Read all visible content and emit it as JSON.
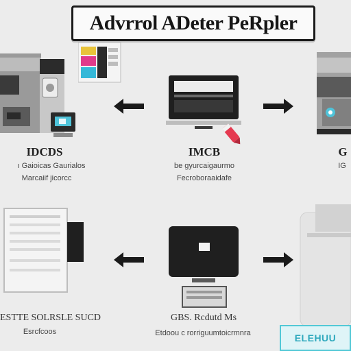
{
  "title": "Advrrol ADeter PeRpler",
  "top_left": {
    "label": "IDCDS",
    "line1": "ı Gaioicas Gaurialos",
    "line2": "Marcaiif jicorcc"
  },
  "top_center": {
    "label": "IMCB",
    "line1": "be gyurcaigaurmo",
    "line2": "Fecroboraaidafe"
  },
  "top_right": {
    "label": "G",
    "line1": "IG"
  },
  "bottom_left": {
    "label": "ESTTE SOLRSLE SUCD",
    "line1": "Esrcfcoos"
  },
  "bottom_center": {
    "label": "GBS. Rcdutd Ms",
    "line1": "Etdoou c rorriguumtoicrmnra"
  },
  "badge": "ELEHUU",
  "colors": {
    "accent": "#52c8d6",
    "ink": "#1a1a1a",
    "red": "#e53950"
  }
}
